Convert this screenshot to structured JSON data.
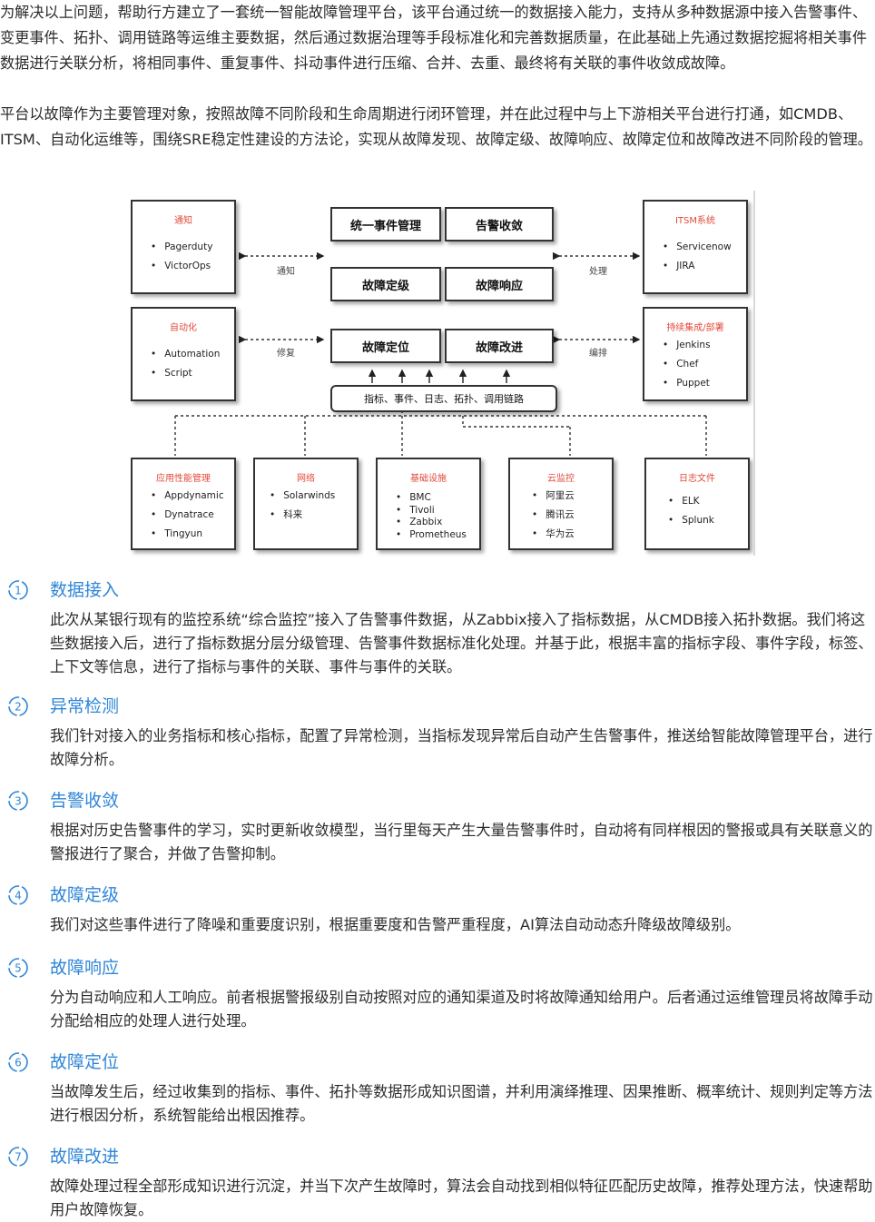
{
  "intro": {
    "p1": "为解决以上问题，帮助行方建立了一套统一智能故障管理平台，该平台通过统一的数据接入能力，支持从多种数据源中接入告警事件、变更事件、拓扑、调用链路等运维主要数据，然后通过数据治理等手段标准化和完善数据质量，在此基础上先通过数据挖掘将相关事件数据进行关联分析，将相同事件、重复事件、抖动事件进行压缩、合并、去重、最终将有关联的事件收敛成故障。",
    "p2": "平台以故障作为主要管理对象，按照故障不同阶段和生命周期进行闭环管理，并在此过程中与上下游相关平台进行打通，如CMDB、ITSM、自动化运维等，围绕SRE稳定性建设的方法论，实现从故障发现、故障定级、故障响应、故障定位和故障改进不同阶段的管理。"
  },
  "diagram": {
    "left_boxes": [
      {
        "title": "通知",
        "items": [
          "Pagerduty",
          "VictorOps"
        ]
      },
      {
        "title": "自动化",
        "items": [
          "Automation",
          "Script"
        ]
      }
    ],
    "right_boxes": [
      {
        "title": "ITSM系统",
        "items": [
          "Servicenow",
          "JIRA"
        ]
      },
      {
        "title": "持续集成/部署",
        "items": [
          "Jenkins",
          "Chef",
          "Puppet"
        ]
      }
    ],
    "core": [
      "统一事件管理",
      "告警收敛",
      "故障定级",
      "故障响应",
      "故障定位",
      "故障改进"
    ],
    "arrow_labels": {
      "notify": "通知",
      "repair": "修复",
      "handle": "处理",
      "orchestrate": "编排"
    },
    "data_sources": "指标、事件、日志、拓扑、调用链路",
    "bottom_boxes": [
      {
        "title": "应用性能管理",
        "items": [
          "Appdynamic",
          "Dynatrace",
          "Tingyun"
        ]
      },
      {
        "title": "网络",
        "items": [
          "Solarwinds",
          "科来"
        ]
      },
      {
        "title": "基础设施",
        "items": [
          "BMC",
          "Tivoli",
          "Zabbix",
          "Prometheus"
        ]
      },
      {
        "title": "云监控",
        "items": [
          "阿里云",
          "腾讯云",
          "华为云"
        ]
      },
      {
        "title": "日志文件",
        "items": [
          "ELK",
          "Splunk"
        ]
      }
    ]
  },
  "sections": [
    {
      "num": "1",
      "title": "数据接入",
      "body": "此次从某银行现有的监控系统“综合监控”接入了告警事件数据，从Zabbix接入了指标数据，从CMDB接入拓扑数据。我们将这些数据接入后，进行了指标数据分层分级管理、告警事件数据标准化处理。并基于此，根据丰富的指标字段、事件字段，标签、上下文等信息，进行了指标与事件的关联、事件与事件的关联。"
    },
    {
      "num": "2",
      "title": "异常检测",
      "body": "我们针对接入的业务指标和核心指标，配置了异常检测，当指标发现异常后自动产生告警事件，推送给智能故障管理平台，进行故障分析。"
    },
    {
      "num": "3",
      "title": "告警收敛",
      "body": "根据对历史告警事件的学习，实时更新收敛模型，当行里每天产生大量告警事件时，自动将有同样根因的警报或具有关联意义的警报进行了聚合，并做了告警抑制。"
    },
    {
      "num": "4",
      "title": "故障定级",
      "body": "我们对这些事件进行了降噪和重要度识别，根据重要度和告警严重程度，AI算法自动动态升降级故障级别。"
    },
    {
      "num": "5",
      "title": "故障响应",
      "body": "分为自动响应和人工响应。前者根据警报级别自动按照对应的通知渠道及时将故障通知给用户。后者通过运维管理员将故障手动分配给相应的处理人进行处理。"
    },
    {
      "num": "6",
      "title": "故障定位",
      "body": "当故障发生后，经过收集到的指标、事件、拓扑等数据形成知识图谱，并利用演绎推理、因果推断、概率统计、规则判定等方法进行根因分析，系统智能给出根因推荐。"
    },
    {
      "num": "7",
      "title": "故障改进",
      "body": "故障处理过程全部形成知识进行沉淀，并当下次产生故障时，算法会自动找到相似特征匹配历史故障，推荐处理方法，快速帮助用户故障恢复。"
    }
  ],
  "colors": {
    "accent": "#2f86d8",
    "box_title": "#e34a3a"
  }
}
